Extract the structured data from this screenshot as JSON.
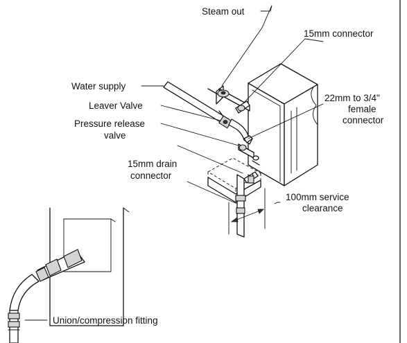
{
  "labels": {
    "steam_out": "Steam out",
    "connector_15mm": "15mm connector",
    "water_supply": "Water  supply",
    "leaver_valve": "Leaver Valve",
    "female_connector_line1": "22mm to 3/4\"",
    "female_connector_line2": "female",
    "female_connector_line3": "connector",
    "pressure_release_line1": "Pressure release",
    "pressure_release_line2": "valve",
    "drain_connector_line1": "15mm drain",
    "drain_connector_line2": "connector",
    "service_clearance_line1": "100mm service",
    "service_clearance_line2": "clearance",
    "union_fitting": "Union/compression fitting"
  }
}
